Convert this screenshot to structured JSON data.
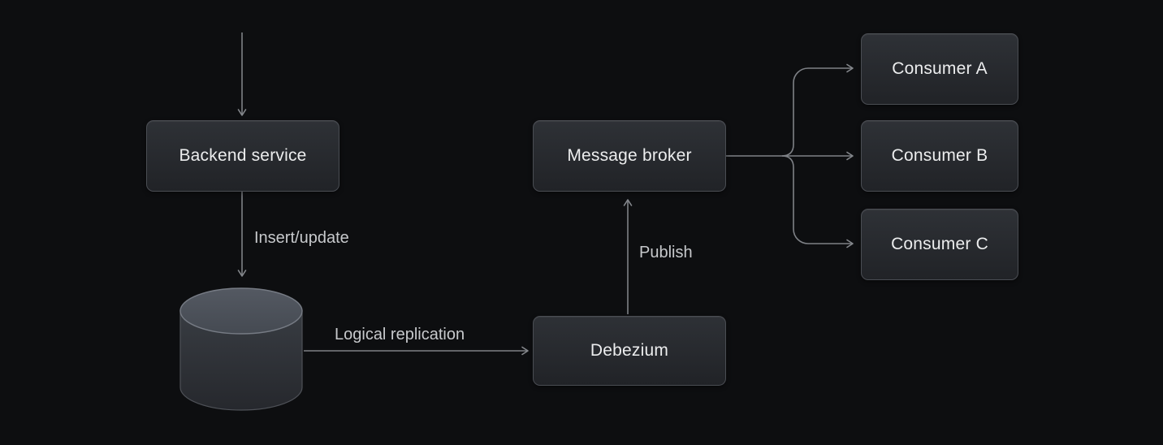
{
  "diagram": {
    "type": "flow-diagram",
    "theme": "dark",
    "colors": {
      "background": "#0d0e10",
      "node_fill_top": "#2e3136",
      "node_fill_bottom": "#212327",
      "node_border": "#4a4d53",
      "node_text": "#ecedee",
      "connector": "#7e8186",
      "edge_label_text": "#c7c9cc",
      "cylinder_top": "#4a4f57",
      "cylinder_body": "#34373d"
    },
    "nodes": {
      "backend_service": {
        "label": "Backend service"
      },
      "database": {
        "label": "",
        "shape": "cylinder"
      },
      "debezium": {
        "label": "Debezium"
      },
      "message_broker": {
        "label": "Message broker"
      },
      "consumer_a": {
        "label": "Consumer A"
      },
      "consumer_b": {
        "label": "Consumer B"
      },
      "consumer_c": {
        "label": "Consumer C"
      }
    },
    "edges": {
      "entry": {
        "from": "(external)",
        "to": "backend_service",
        "label": ""
      },
      "insert_update": {
        "from": "backend_service",
        "to": "database",
        "label": "Insert/update"
      },
      "logical_replication": {
        "from": "database",
        "to": "debezium",
        "label": "Logical replication"
      },
      "publish": {
        "from": "debezium",
        "to": "message_broker",
        "label": "Publish"
      },
      "fan_out_a": {
        "from": "message_broker",
        "to": "consumer_a",
        "label": ""
      },
      "fan_out_b": {
        "from": "message_broker",
        "to": "consumer_b",
        "label": ""
      },
      "fan_out_c": {
        "from": "message_broker",
        "to": "consumer_c",
        "label": ""
      }
    }
  }
}
